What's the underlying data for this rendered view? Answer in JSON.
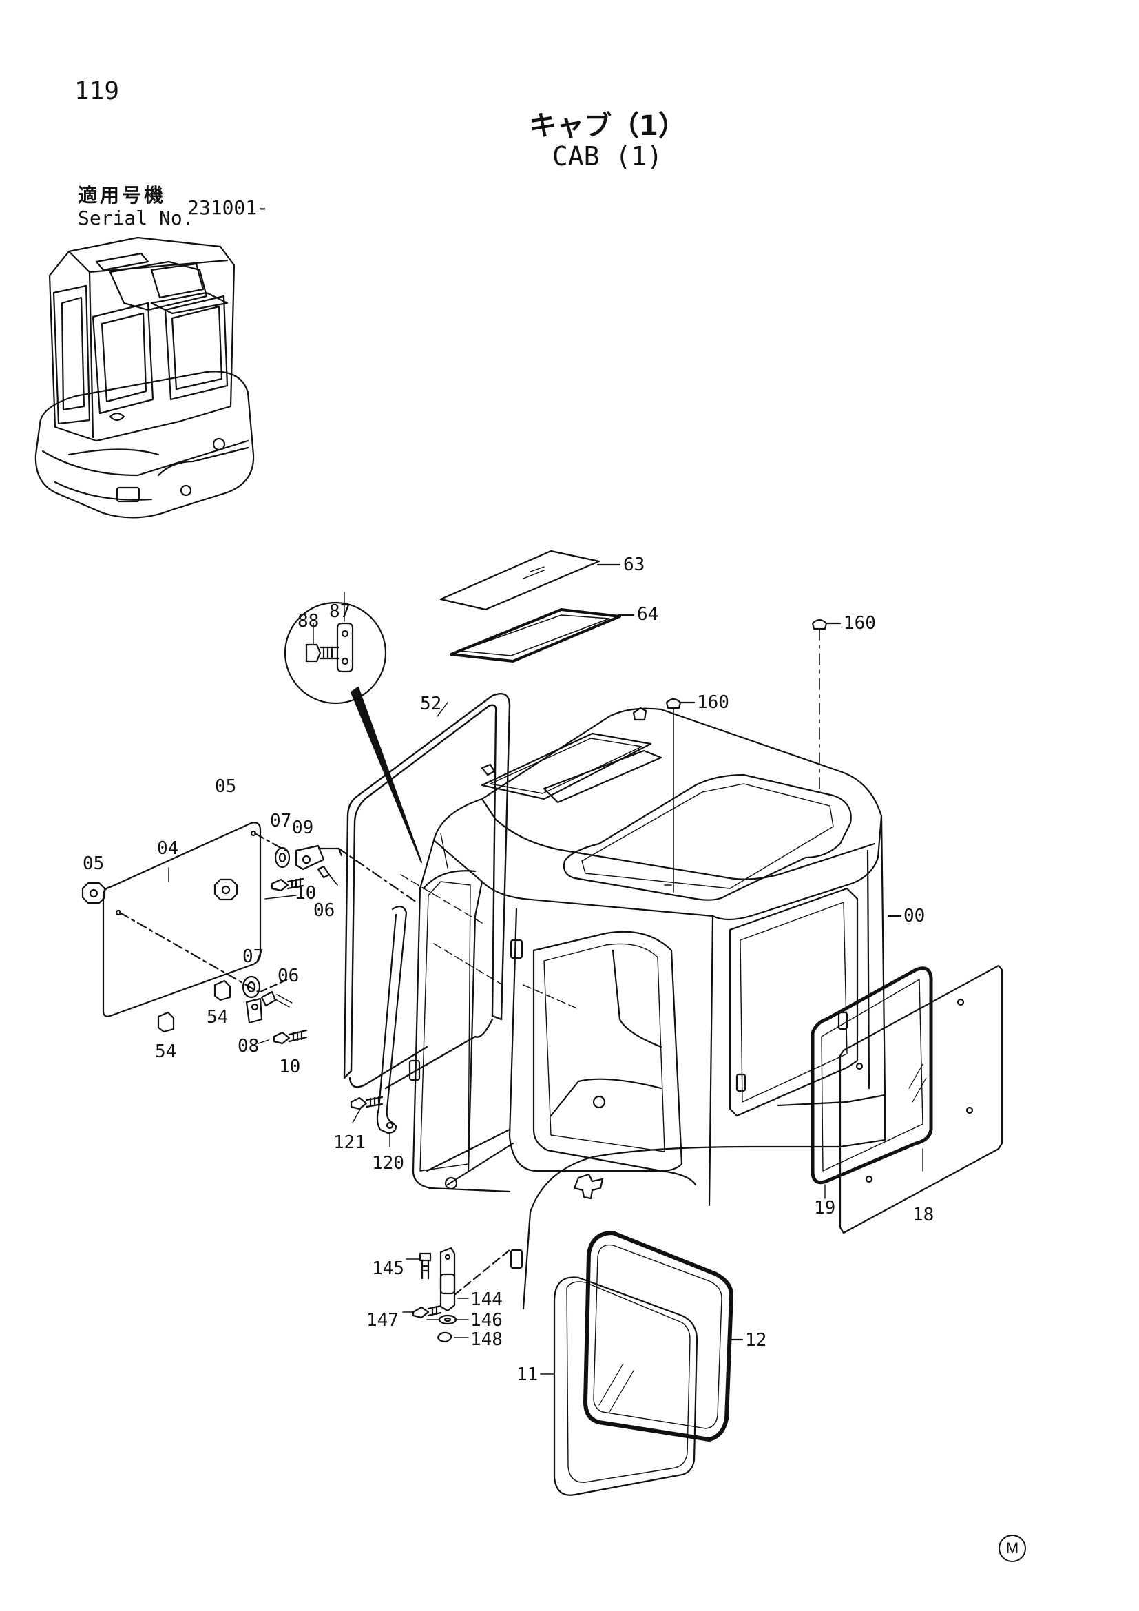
{
  "page_number": "119",
  "title_jp": "キャブ（1）",
  "title_en": "CAB (1)",
  "serial_label_jp": "適用号機",
  "serial_label_en": "Serial No.",
  "serial_value": "231001-",
  "corner_mark": "M",
  "callouts": [
    {
      "id": "c63",
      "label": "63"
    },
    {
      "id": "c64",
      "label": "64"
    },
    {
      "id": "c160a",
      "label": "160"
    },
    {
      "id": "c160b",
      "label": "160"
    },
    {
      "id": "c88",
      "label": "88"
    },
    {
      "id": "c87",
      "label": "87"
    },
    {
      "id": "c52",
      "label": "52"
    },
    {
      "id": "c05a",
      "label": "05"
    },
    {
      "id": "c05b",
      "label": "05"
    },
    {
      "id": "c04",
      "label": "04"
    },
    {
      "id": "c07a",
      "label": "07"
    },
    {
      "id": "c09",
      "label": "09"
    },
    {
      "id": "c10a",
      "label": "10"
    },
    {
      "id": "c06a",
      "label": "06"
    },
    {
      "id": "c07b",
      "label": "07"
    },
    {
      "id": "c06b",
      "label": "06"
    },
    {
      "id": "c54a",
      "label": "54"
    },
    {
      "id": "c54b",
      "label": "54"
    },
    {
      "id": "c08",
      "label": "08"
    },
    {
      "id": "c10b",
      "label": "10"
    },
    {
      "id": "c00",
      "label": "00"
    },
    {
      "id": "c121",
      "label": "121"
    },
    {
      "id": "c120",
      "label": "120"
    },
    {
      "id": "c19",
      "label": "19"
    },
    {
      "id": "c18",
      "label": "18"
    },
    {
      "id": "c145",
      "label": "145"
    },
    {
      "id": "c144",
      "label": "144"
    },
    {
      "id": "c147",
      "label": "147"
    },
    {
      "id": "c146",
      "label": "146"
    },
    {
      "id": "c148",
      "label": "148"
    },
    {
      "id": "c12",
      "label": "12"
    },
    {
      "id": "c11",
      "label": "11"
    }
  ]
}
